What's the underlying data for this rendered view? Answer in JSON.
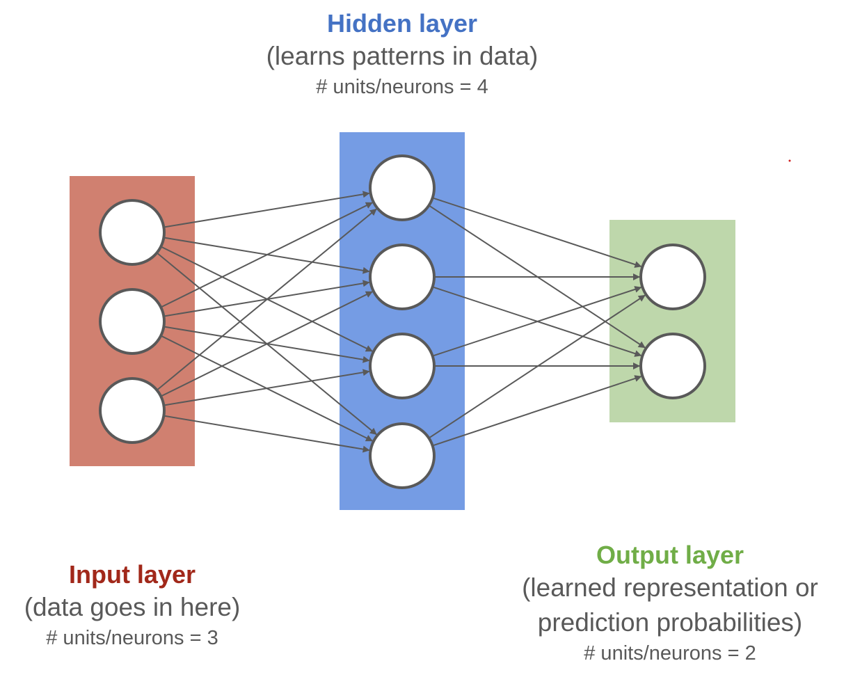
{
  "layers": [
    {
      "id": "input",
      "title": "Input layer",
      "description": "(data goes in here)",
      "units_text": "# units/neurons = 3",
      "units": 3,
      "box_color": "#d08070",
      "title_color": "#a1281a"
    },
    {
      "id": "hidden",
      "title": "Hidden layer",
      "description": "(learns patterns in data)",
      "units_text": "# units/neurons = 4",
      "units": 4,
      "box_color": "#759ce4",
      "title_color": "#4472c4"
    },
    {
      "id": "output",
      "title": "Output layer",
      "description_lines": [
        "(learned representation or",
        "prediction probabilities)"
      ],
      "units_text": "# units/neurons = 2",
      "units": 2,
      "box_color": "#bed7ab",
      "title_color": "#70ad47"
    }
  ],
  "connections": "fully-connected",
  "edge_color": "#595959",
  "node_fill": "#ffffff",
  "node_stroke": "#595959"
}
